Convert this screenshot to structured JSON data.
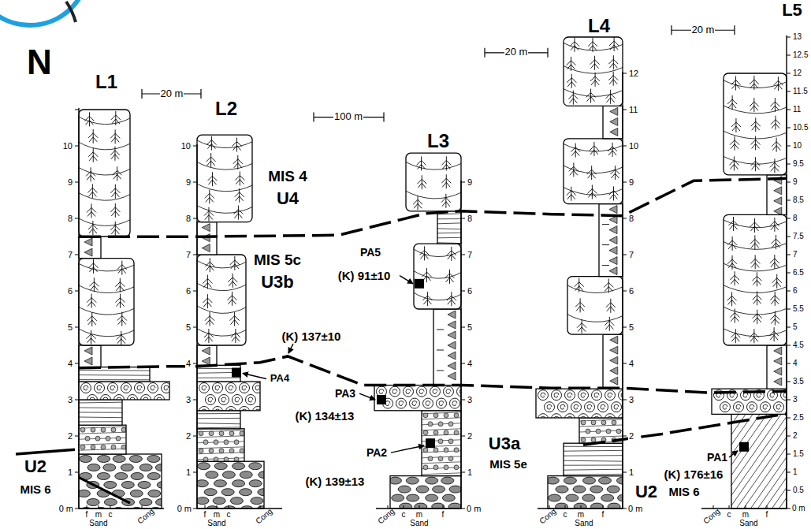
{
  "diagram": {
    "labels": [
      "N",
      "L1",
      "20 m",
      "L2",
      "100 m",
      "L3",
      "20 m",
      "L4",
      "20 m",
      "L5",
      "10",
      "9",
      "8",
      "7",
      "6",
      "5",
      "4",
      "3",
      "2",
      "1",
      "0 m",
      "10",
      "9",
      "8",
      "7",
      "6",
      "5",
      "4",
      "3",
      "2",
      "1",
      "0 m",
      "9",
      "8",
      "7",
      "6",
      "5",
      "4",
      "3",
      "2",
      "1",
      "0 m",
      "12",
      "11",
      "10",
      "9",
      "8",
      "7",
      "6",
      "5",
      "4",
      "3",
      "2",
      "1",
      "0 m",
      "13",
      "12.5",
      "12",
      "11.5",
      "11",
      "10.5",
      "10",
      "9.5",
      "9",
      "8.5",
      "8",
      "7.5",
      "7",
      "6.5",
      "6",
      "5.5",
      "5",
      "4.5",
      "4",
      "3.5",
      "3",
      "2.5",
      "2",
      "1.5",
      "1",
      "0.5",
      "0 m",
      "MIS 4",
      "U4",
      "MIS 5c",
      "U3b",
      "PA5",
      "(K) 91±10",
      "(K) 137±10",
      "PA4",
      "PA3",
      "(K) 134±13",
      "PA2",
      "(K) 139±13",
      "U3a",
      "MIS 5e",
      "PA1",
      "(K) 176±16",
      "U2",
      "MIS 6",
      "U2",
      "MIS 6",
      "f",
      "m",
      "c",
      "Sand",
      "Cong",
      "f",
      "m",
      "c",
      "Sand",
      "Cong",
      "Cong",
      "c",
      "m",
      "f",
      "Sand",
      "Cong",
      "c",
      "m",
      "f",
      "Sand",
      "Cong",
      "c",
      "m",
      "f",
      "Sand"
    ]
  }
}
